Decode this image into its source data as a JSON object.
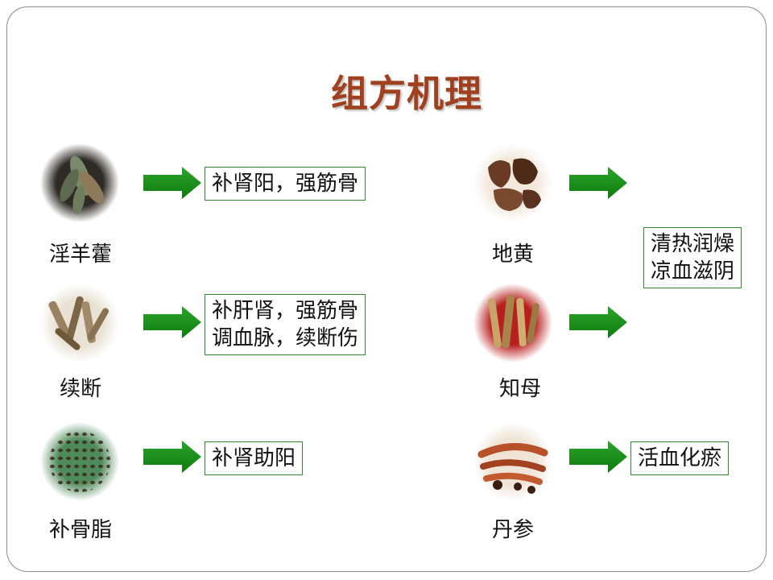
{
  "title": "组方机理",
  "herbs": [
    {
      "name": "淫羊藿",
      "effect": [
        "补肾阳，强筋骨"
      ]
    },
    {
      "name": "续断",
      "effect": [
        "补肝肾，强筋骨",
        "调血脉，续断伤"
      ]
    },
    {
      "name": "补骨脂",
      "effect": [
        "补肾助阳"
      ]
    },
    {
      "name": "地黄"
    },
    {
      "name": "知母"
    },
    {
      "name": "丹参",
      "effect": [
        "活血化瘀"
      ]
    }
  ],
  "shared_effect": [
    "清热润燥",
    "凉血滋阴"
  ],
  "colors": {
    "title": "#a0401f",
    "arrow": "#1a8a1a",
    "box_border": "#2e8a2e"
  }
}
